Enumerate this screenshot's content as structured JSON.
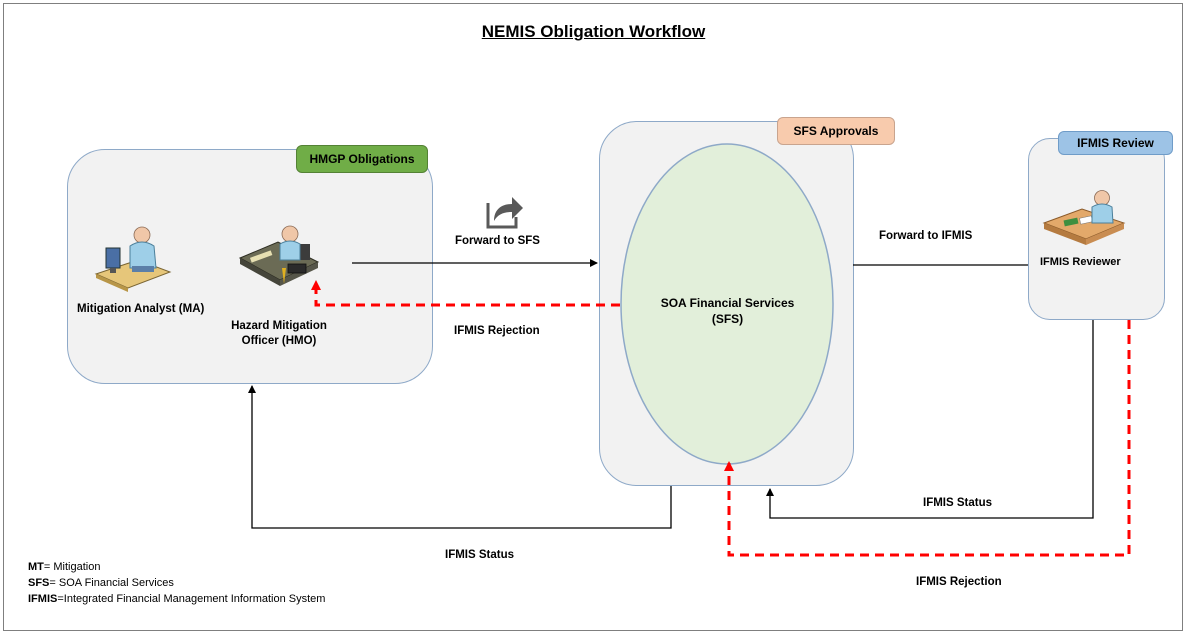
{
  "title": "NEMIS Obligation Workflow",
  "groups": {
    "hmgp": "HMGP Obligations",
    "sfs": "SFS Approvals",
    "ifmis": "IFMIS Review"
  },
  "nodes": {
    "ma": "Mitigation Analyst (MA)",
    "hmo": "Hazard Mitigation Officer (HMO)",
    "sfs": "SOA Financial Services (SFS)",
    "ifmis_reviewer": "IFMIS Reviewer"
  },
  "edges": {
    "forward_sfs": "Forward to SFS",
    "forward_ifmis": "Forward to IFMIS",
    "rejection_left": "IFMIS Rejection",
    "status_right": "IFMIS Status",
    "status_bottom": "IFMIS Status",
    "rejection_bottom": "IFMIS Rejection"
  },
  "legend": [
    {
      "abbr": "MT",
      "text": "= Mitigation"
    },
    {
      "abbr": "SFS",
      "text": "= SOA Financial Services"
    },
    {
      "abbr": "IFMIS",
      "text": "=Integrated Financial Management Information System"
    }
  ],
  "colors": {
    "box_fill": "#f2f2f2",
    "box_border": "#8ea9c8",
    "hmgp_tag": "#70ad47",
    "sfs_tag": "#f8cbad",
    "ifmis_tag": "#9dc3e6",
    "ellipse": "#e2efda",
    "rejection": "#ff0000"
  }
}
